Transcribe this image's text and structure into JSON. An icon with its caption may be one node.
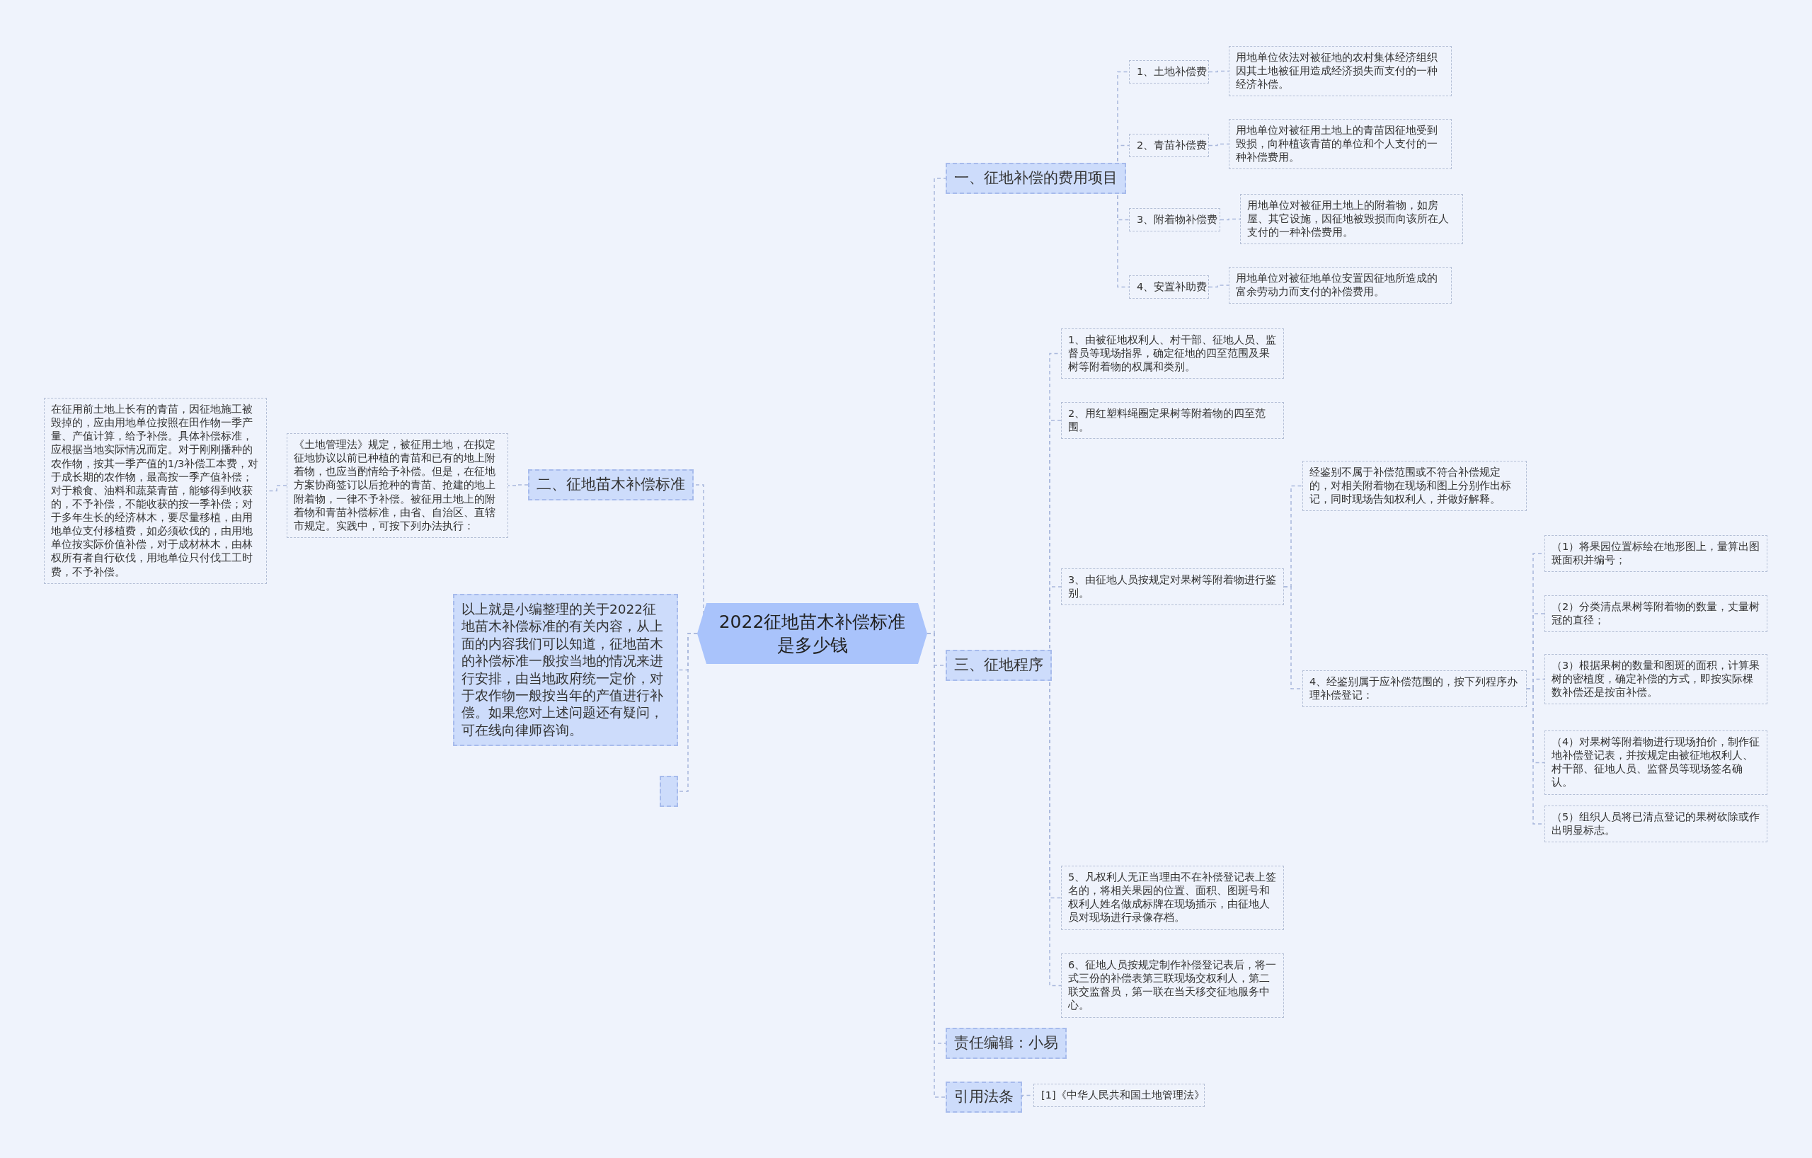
{
  "diagram": {
    "nodes": [
      {
        "text": [
          "2022征地苗木补偿标准是多少钱"
        ]
      },
      {
        "text": [
          "一、征地补偿的费用项目"
        ]
      },
      {
        "text": [
          "1、土地补偿费"
        ]
      },
      {
        "text": [
          "用地单位依法对被征地的农村集体经济组织因其土地被征用造成经济损失而支付的一种经济补偿。"
        ]
      },
      {
        "text": [
          "2、青苗补偿费"
        ]
      },
      {
        "text": [
          "用地单位对被征用土地上的青苗因征地受到毁损，向种植该青苗的单位和个人支付的一种补偿费用。"
        ]
      },
      {
        "text": [
          "3、附着物补偿费"
        ]
      },
      {
        "text": [
          "用地单位对被征用土地上的附着物，如房屋、其它设施，因征地被毁损而向该所在人支付的一种补偿费用。"
        ]
      },
      {
        "text": [
          "4、安置补助费"
        ]
      },
      {
        "text": [
          "用地单位对被征地单位安置因征地所造成的富余劳动力而支付的补偿费用。"
        ]
      },
      {
        "text": [
          "二、征地苗木补偿标准"
        ]
      },
      {
        "text": [
          "《土地管理法》规定，被征用土地，在拟定征地协议以前已种植的青苗和已有的地上附着物，也应当酌情给予补偿。但是，在征地方案协商签订以后抢种的青苗、抢建的地上附着物，一律不予补偿。被征用土地上的附着物和青苗补偿标准，由省、自治区、直辖市规定。实践中，可按下列办法执行："
        ]
      },
      {
        "text": [
          "在征用前土地上长有的青苗，因征地施工被毁掉的，应由用地单位按照在田作物一季产量、产值计算，给予补偿。具体补偿标准，应根据当地实际情况而定。对于刚刚播种的农作物，按其一季产值的1/3补偿工本费，对于成长期的农作物，最高按一季产值补偿；对于粮食、油料和蔬菜青苗，能够得到收获的，不予补偿，不能收获的按一季补偿；对于多年生长的经济林木，要尽量移植，由用地单位支付移植费，如必须砍伐的，由用地单位按实际价值补偿，对于成材林木，由林权所有者自行砍伐，用地单位只付伐工工时费，不予补偿。"
        ]
      },
      {
        "text": [
          "以上就是小编整理的关于2022征地苗木补偿标准的有关内容，从上面的内容我们可以知道，征地苗木的补偿标准一般按当地的情况来进行安排，由当地政府统一定价，对于农作物一般按当年的产值进行补偿。如果您对上述问题还有疑问，可在线向律师咨询。"
        ]
      },
      {
        "text": [],
        "shape": "box"
      },
      {
        "text": [
          "三、征地程序"
        ]
      },
      {
        "text": [
          "1、由被征地权利人、村干部、征地人员、监督员等现场指界，确定征地的四至范围及果树等附着物的权属和类别。"
        ]
      },
      {
        "text": [
          "2、用红塑料绳圈定果树等附着物的四至范围。"
        ]
      },
      {
        "text": [
          "3、由征地人员按规定对果树等附着物进行鉴别。"
        ]
      },
      {
        "text": [
          "经鉴别不属于补偿范围或不符合补偿规定的，对相关附着物在现场和图上分别作出标记，同时现场告知权利人，并做好解释。"
        ]
      },
      {
        "text": [
          "4、经鉴别属于应补偿范围的，按下列程序办理补偿登记："
        ]
      },
      {
        "text": [
          "（1）将果园位置标绘在地形图上，量算出图斑面积并编号；"
        ]
      },
      {
        "text": [
          "（2）分类清点果树等附着物的数量，丈量树冠的直径；"
        ]
      },
      {
        "text": [
          "（3）根据果树的数量和图斑的面积，计算果树的密植度，确定补偿的方式，即按实际棵数补偿还是按亩补偿。"
        ]
      },
      {
        "text": [
          "（4）对果树等附着物进行现场拍价，制作征地补偿登记表，并按规定由被征地权利人、村干部、征地人员、监督员等现场签名确认。"
        ]
      },
      {
        "text": [
          "（5）组织人员将已清点登记的果树砍除或作出明显标志。"
        ]
      },
      {
        "text": [
          "5、凡权利人无正当理由不在补偿登记表上签名的，将相关果园的位置、面积、图斑号和权利人姓名做成标牌在现场插示，由征地人员对现场进行录像存档。"
        ]
      },
      {
        "text": [
          "6、征地人员按规定制作补偿登记表后，将一式三份的补偿表第三联现场交权利人，第二联交监督员，第一联在当天移交征地服务中心。"
        ]
      },
      {
        "text": [
          "责任编辑：小易"
        ]
      },
      {
        "text": [
          "引用法条"
        ]
      },
      {
        "text": [
          "[1]《中华人民共和国土地管理法》"
        ]
      }
    ],
    "edges": [
      {
        "from": 0,
        "to": 1,
        "arrow": "none",
        "style": "dashed"
      },
      {
        "from": 1,
        "to": 2,
        "arrow": "none",
        "style": "dashed"
      },
      {
        "from": 2,
        "to": 3,
        "arrow": "none",
        "style": "dashed"
      },
      {
        "from": 1,
        "to": 4,
        "arrow": "none",
        "style": "dashed"
      },
      {
        "from": 4,
        "to": 5,
        "arrow": "none",
        "style": "dashed"
      },
      {
        "from": 1,
        "to": 6,
        "arrow": "none",
        "style": "dashed"
      },
      {
        "from": 6,
        "to": 7,
        "arrow": "none",
        "style": "dashed"
      },
      {
        "from": 1,
        "to": 8,
        "arrow": "none",
        "style": "dashed"
      },
      {
        "from": 8,
        "to": 9,
        "arrow": "none",
        "style": "dashed"
      },
      {
        "from": 0,
        "to": 10,
        "arrow": "none",
        "style": "dashed"
      },
      {
        "from": 10,
        "to": 11,
        "arrow": "none",
        "style": "dashed"
      },
      {
        "from": 11,
        "to": 12,
        "arrow": "none",
        "style": "dashed"
      },
      {
        "from": 0,
        "to": 13,
        "arrow": "none",
        "style": "dashed"
      },
      {
        "from": 0,
        "to": 14,
        "arrow": "none",
        "style": "dashed"
      },
      {
        "from": 0,
        "to": 15,
        "arrow": "none",
        "style": "dashed"
      },
      {
        "from": 15,
        "to": 16,
        "arrow": "none",
        "style": "dashed"
      },
      {
        "from": 15,
        "to": 17,
        "arrow": "none",
        "style": "dashed"
      },
      {
        "from": 15,
        "to": 18,
        "arrow": "none",
        "style": "dashed"
      },
      {
        "from": 18,
        "to": 19,
        "arrow": "none",
        "style": "dashed"
      },
      {
        "from": 18,
        "to": 20,
        "arrow": "none",
        "style": "dashed"
      },
      {
        "from": 20,
        "to": 21,
        "arrow": "none",
        "style": "dashed"
      },
      {
        "from": 20,
        "to": 22,
        "arrow": "none",
        "style": "dashed"
      },
      {
        "from": 20,
        "to": 23,
        "arrow": "none",
        "style": "dashed"
      },
      {
        "from": 20,
        "to": 24,
        "arrow": "none",
        "style": "dashed"
      },
      {
        "from": 20,
        "to": 25,
        "arrow": "none",
        "style": "dashed"
      },
      {
        "from": 15,
        "to": 26,
        "arrow": "none",
        "style": "dashed"
      },
      {
        "from": 15,
        "to": 27,
        "arrow": "none",
        "style": "dashed"
      },
      {
        "from": 0,
        "to": 28,
        "arrow": "none",
        "style": "dashed"
      },
      {
        "from": 0,
        "to": 29,
        "arrow": "none",
        "style": "dashed"
      },
      {
        "from": 29,
        "to": 30,
        "arrow": "none",
        "style": "dashed"
      }
    ]
  }
}
